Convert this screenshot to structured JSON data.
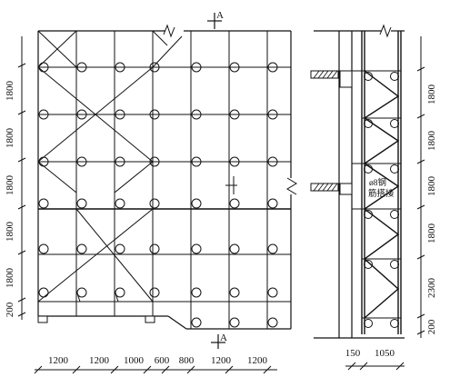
{
  "section_marks": {
    "top_label": "A",
    "bottom_label": "A"
  },
  "elevation": {
    "row_heights": [
      "1800",
      "1800",
      "1800",
      "1800",
      "1800",
      "200"
    ],
    "col_widths": [
      "1200",
      "1200",
      "1000",
      "600",
      "800",
      "1200",
      "1200"
    ]
  },
  "section": {
    "row_heights": [
      "1800",
      "1800",
      "1800",
      "1800",
      "2300",
      "200"
    ],
    "col_widths": [
      "150",
      "1050"
    ],
    "annotation_line1": "ø8钢",
    "annotation_line2": "筋搭接"
  }
}
